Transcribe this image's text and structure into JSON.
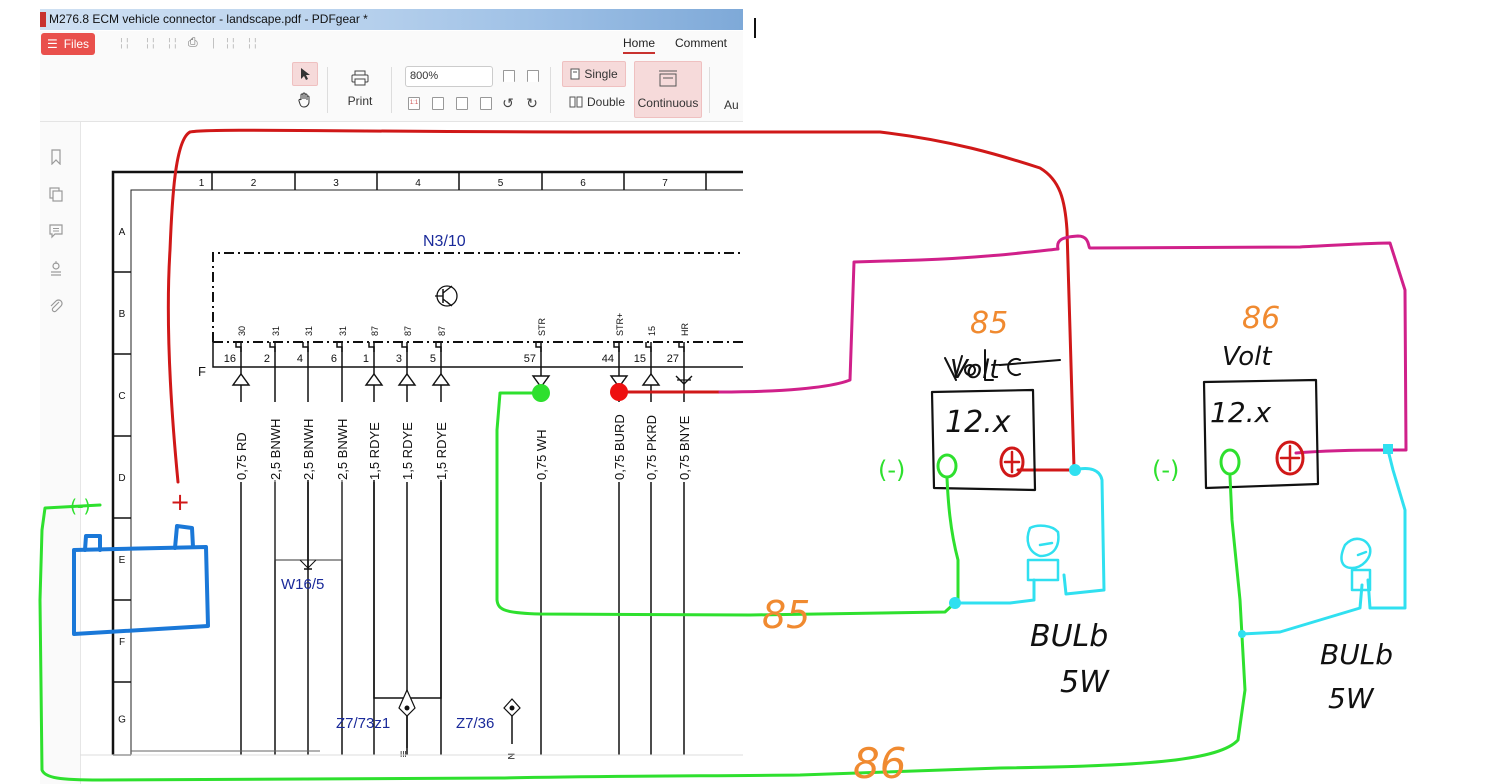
{
  "window": {
    "title": "M276.8 ECM vehicle connector  - landscape.pdf - PDFgear *"
  },
  "menubar": {
    "files_label": "Files",
    "tabs": [
      {
        "label": "Home",
        "active": true
      },
      {
        "label": "Comment",
        "active": false
      }
    ]
  },
  "ribbon": {
    "print_label": "Print",
    "zoom_value": "800%",
    "single_label": "Single",
    "double_label": "Double",
    "continuous_label": "Continuous",
    "auto_label": "Au"
  },
  "sidebar": {
    "icons": [
      "bookmark-icon",
      "pages-icon",
      "comment-icon",
      "stamp-icon",
      "attachment-icon"
    ]
  },
  "schematic": {
    "columns": [
      "1",
      "2",
      "3",
      "4",
      "5",
      "6",
      "7"
    ],
    "rows": [
      "A",
      "B",
      "C",
      "D",
      "E",
      "F",
      "G"
    ],
    "component_label": "N3/10",
    "row_marker": "F",
    "pins": [
      {
        "func": "30",
        "pin": "16",
        "wire": "0,75 RD"
      },
      {
        "func": "31",
        "pin": "2",
        "wire": "2,5 BNWH"
      },
      {
        "func": "31",
        "pin": "4",
        "wire": "2,5 BNWH"
      },
      {
        "func": "31",
        "pin": "6",
        "wire": "2,5 BNWH"
      },
      {
        "func": "87",
        "pin": "1",
        "wire": "1,5 RDYE"
      },
      {
        "func": "87",
        "pin": "3",
        "wire": "1,5 RDYE"
      },
      {
        "func": "87",
        "pin": "5",
        "wire": "1,5 RDYE"
      },
      {
        "func": "STR",
        "pin": "57",
        "wire": "0,75 WH"
      },
      {
        "func": "STR+",
        "pin": "44",
        "wire": "0,75 BURD"
      },
      {
        "func": "15",
        "pin": "15",
        "wire": "0,75 PKRD"
      },
      {
        "func": "HR",
        "pin": "27",
        "wire": "0,75 BNYE"
      }
    ],
    "splice_w": "W16/5",
    "splice_z1": "Z7/73z1",
    "splice_z2": "Z7/36",
    "bottom_mark_1": "III",
    "bottom_mark_2": "N"
  },
  "annotations": {
    "battery_plus": "+",
    "battery_minus": "(-)",
    "relay1_number": "85",
    "relay1_volt": "Volt",
    "relay1_value": "12.x",
    "relay1_minus": "(-)",
    "relay2_number": "86",
    "relay2_volt": "Volt",
    "relay2_value": "12.x",
    "relay2_minus": "(-)",
    "wire_label_85": "85",
    "wire_label_86": "86",
    "bulb1_label": "BULb",
    "bulb1_watt": "5W",
    "bulb2_label": "BULb",
    "bulb2_watt": "5W",
    "colors": {
      "red_wire": "#d01818",
      "magenta_wire": "#d0208a",
      "green_wire": "#2ee02e",
      "cyan_wire": "#30e0f0",
      "blue_battery": "#1a78d8",
      "orange_label": "#f08a30",
      "schematic_blue": "#1a2a9a"
    }
  }
}
